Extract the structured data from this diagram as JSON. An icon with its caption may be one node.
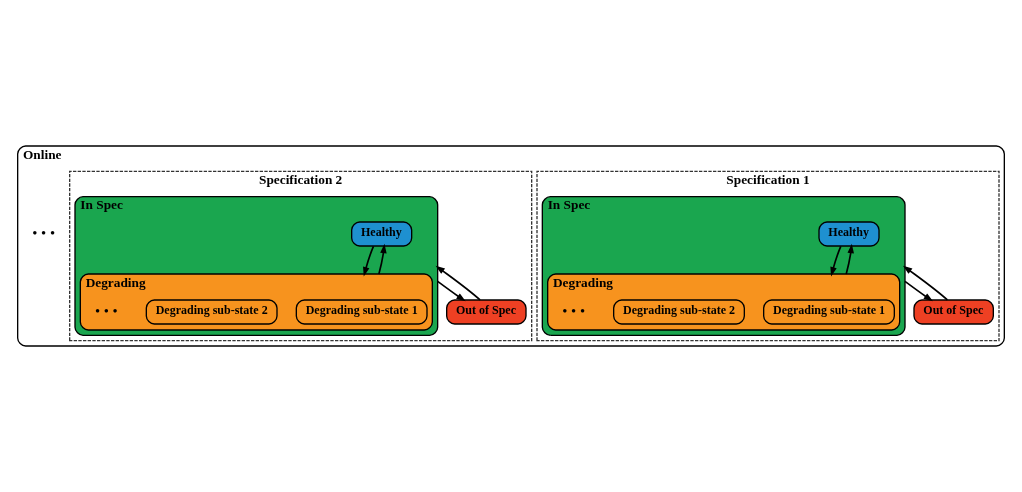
{
  "diagram": {
    "nodes": [
      {
        "text": [
          "Online"
        ]
      },
      {
        "text": [
          "Specification 1"
        ],
        "in": 0
      },
      {
        "text": [
          "In Spec"
        ],
        "in": 1
      },
      {
        "text": [
          "Healthy"
        ],
        "in": 2
      },
      {
        "text": [
          "Degrading"
        ],
        "in": 2
      },
      {
        "text": [
          "Degrading sub-state 1"
        ],
        "in": 4
      },
      {
        "text": [
          "Degrading sub-state 2"
        ],
        "in": 4
      },
      {
        "text": [
          "Out of Spec"
        ],
        "in": 1
      },
      {
        "text": [
          "Specification 2"
        ],
        "in": 0
      },
      {
        "text": [
          "In Spec"
        ],
        "in": 8
      },
      {
        "text": [
          "Healthy"
        ],
        "in": 9
      },
      {
        "text": [
          "Degrading"
        ],
        "in": 9
      },
      {
        "text": [
          "Degrading sub-state 1"
        ],
        "in": 11
      },
      {
        "text": [
          "Degrading sub-state 2"
        ],
        "in": 11
      },
      {
        "text": [
          "Out of Spec"
        ],
        "in": 8
      }
    ],
    "edges": [
      {
        "from": 3,
        "to": 4,
        "arrow": "to"
      },
      {
        "from": 4,
        "to": 3,
        "arrow": "to"
      },
      {
        "from": 2,
        "to": 7,
        "arrow": "to"
      },
      {
        "from": 7,
        "to": 2,
        "arrow": "to"
      },
      {
        "from": 10,
        "to": 11,
        "arrow": "to"
      },
      {
        "from": 11,
        "to": 10,
        "arrow": "to"
      },
      {
        "from": 9,
        "to": 14,
        "arrow": "to"
      },
      {
        "from": 14,
        "to": 9,
        "arrow": "to"
      }
    ],
    "labels": [
      "• • •",
      "• • •",
      "• • •"
    ]
  }
}
